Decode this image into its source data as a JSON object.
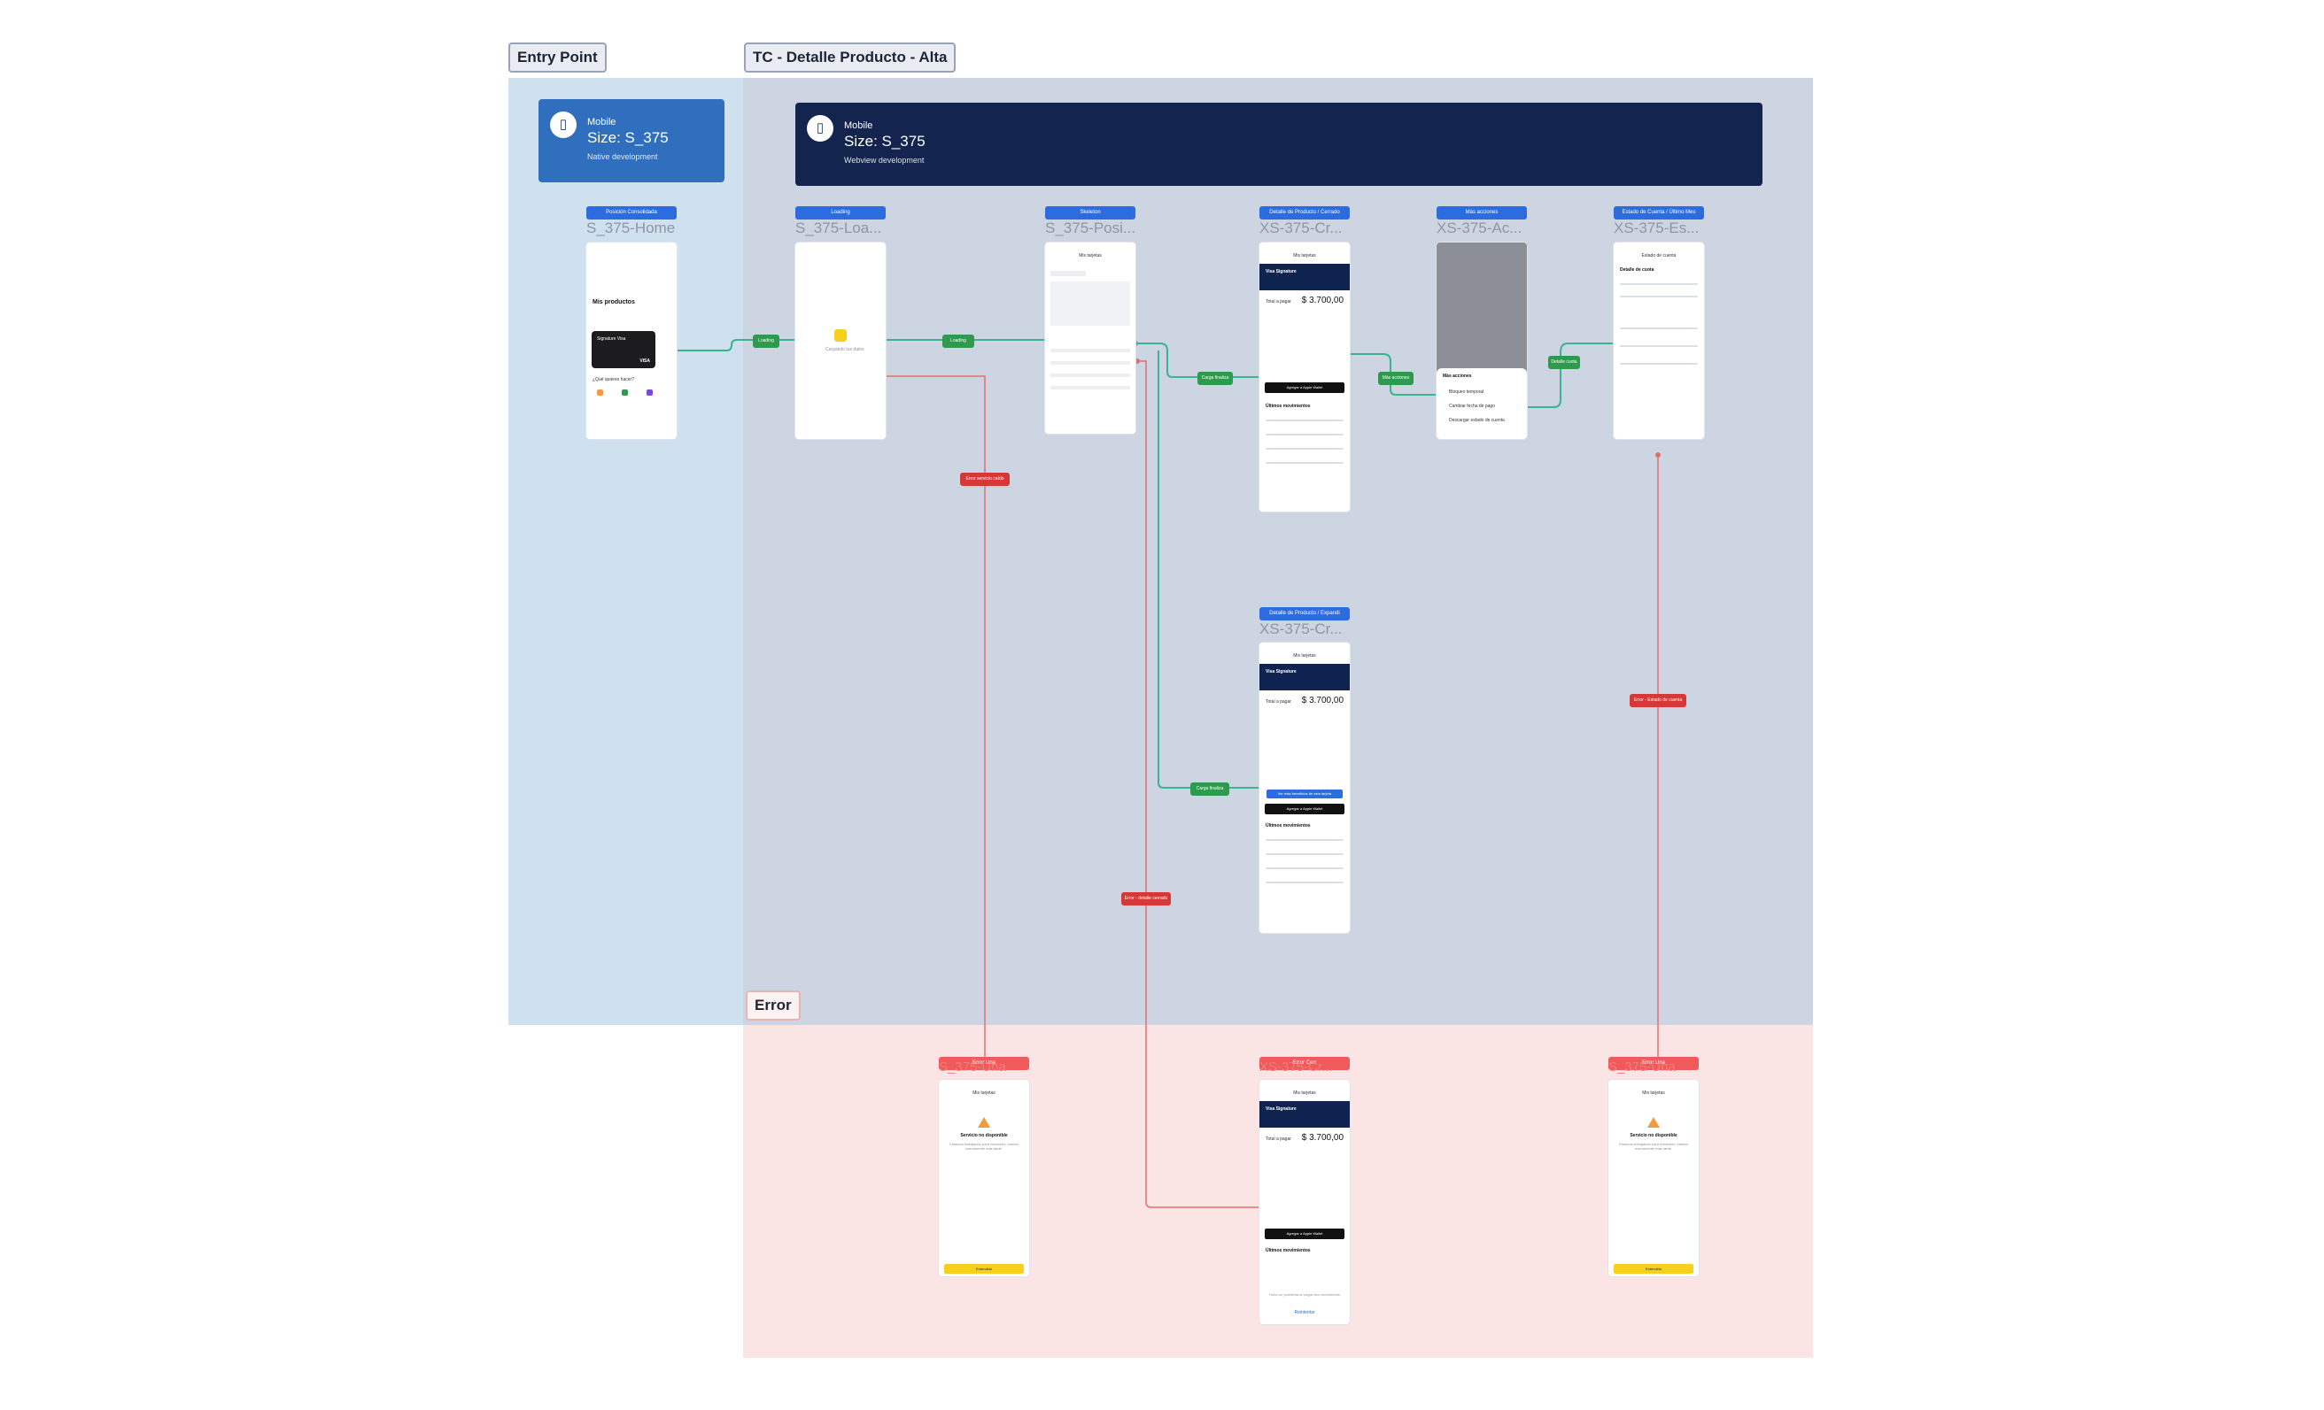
{
  "sections": {
    "entry": "Entry Point",
    "main": "TC - Detalle Producto - Alta",
    "error": "Error"
  },
  "device_cards": {
    "entry": {
      "type": "Mobile",
      "size": "Size: S_375",
      "dev": "Native development"
    },
    "main": {
      "type": "Mobile",
      "size": "Size: S_375",
      "dev": "Webview development"
    }
  },
  "frames": {
    "home": {
      "tag": "Posición Consolidada",
      "title": "S_375-Home"
    },
    "loading": {
      "tag": "Loading",
      "title": "S_375-Loa..."
    },
    "skeleton": {
      "tag": "Skeleton",
      "title": "S_375-Posi..."
    },
    "detalle_cerrado": {
      "tag": "Detalle de Producto / Cerrado",
      "title": "XS-375-Cr..."
    },
    "acciones": {
      "tag": "Más acciones",
      "title": "XS-375-Ac..."
    },
    "estado_cuenta": {
      "tag": "Estado de Cuenta / Último Mes",
      "title": "XS-375-Es..."
    },
    "detalle_expandido": {
      "tag": "Detalle de Producto / Expandi",
      "title": "XS-375-Cr..."
    },
    "error_1": {
      "tag": "Error Una",
      "title": "S_375-Una"
    },
    "error_2": {
      "tag": "Error Cerr",
      "title": "XS-375-Cr..."
    },
    "error_3": {
      "tag": "Error Una",
      "title": "S_375-Una"
    }
  },
  "connectors": {
    "c1": "Loading",
    "c2": "Loading",
    "c3": "Carga finaliza",
    "c4": "Más acciones",
    "c5": "Detalle cuota",
    "c6": "Carga finaliza",
    "e1": "Error servicio caído",
    "e2": "Error - detalle cerrado",
    "e3": "Error - Estado de cuenta"
  },
  "screens": {
    "nav_title": "Mis tarjetas",
    "home_products": "Mis productos",
    "home_question": "¿Qué quieres hacer?",
    "card_name": "Signature Visa",
    "visa": "VISA",
    "loading_text": "Cargando tus datos",
    "hero_title": "Visa Signature",
    "amount_label": "Total a pagar",
    "amount": "$ 3.700,00",
    "pay_btn": "Agregar a Apple Wallet",
    "last_moves": "Últimos movimientos",
    "expand_btn": "Ver más beneficios de esta tarjeta",
    "acciones_title": "Más acciones",
    "acciones_items": [
      "Bloqueo temporal",
      "Cambiar fecha de pago",
      "Descargar estado de cuenta"
    ],
    "estado_title": "Estado de cuenta",
    "estado_sub": "Detalle de cuota",
    "error_title": "Servicio no disponible",
    "error_desc": "Estamos trabajando para resolverlo, intenta nuevamente más tarde.",
    "error_btn": "Entendido",
    "error_moves": "Hubo un problema al cargar tus movimientos",
    "retry": "Reintentar"
  },
  "colors": {
    "entry_region": "#cfe0ee",
    "main_region": "#cdd4e2",
    "error_region": "#fbe4e4",
    "native_card": "#2f6fbe",
    "webview_card": "#13254f",
    "frame_tag": "#2d6cdf",
    "error_tag": "#f05a5a",
    "flow_line": "#3bb38f",
    "error_line": "#e07070"
  }
}
